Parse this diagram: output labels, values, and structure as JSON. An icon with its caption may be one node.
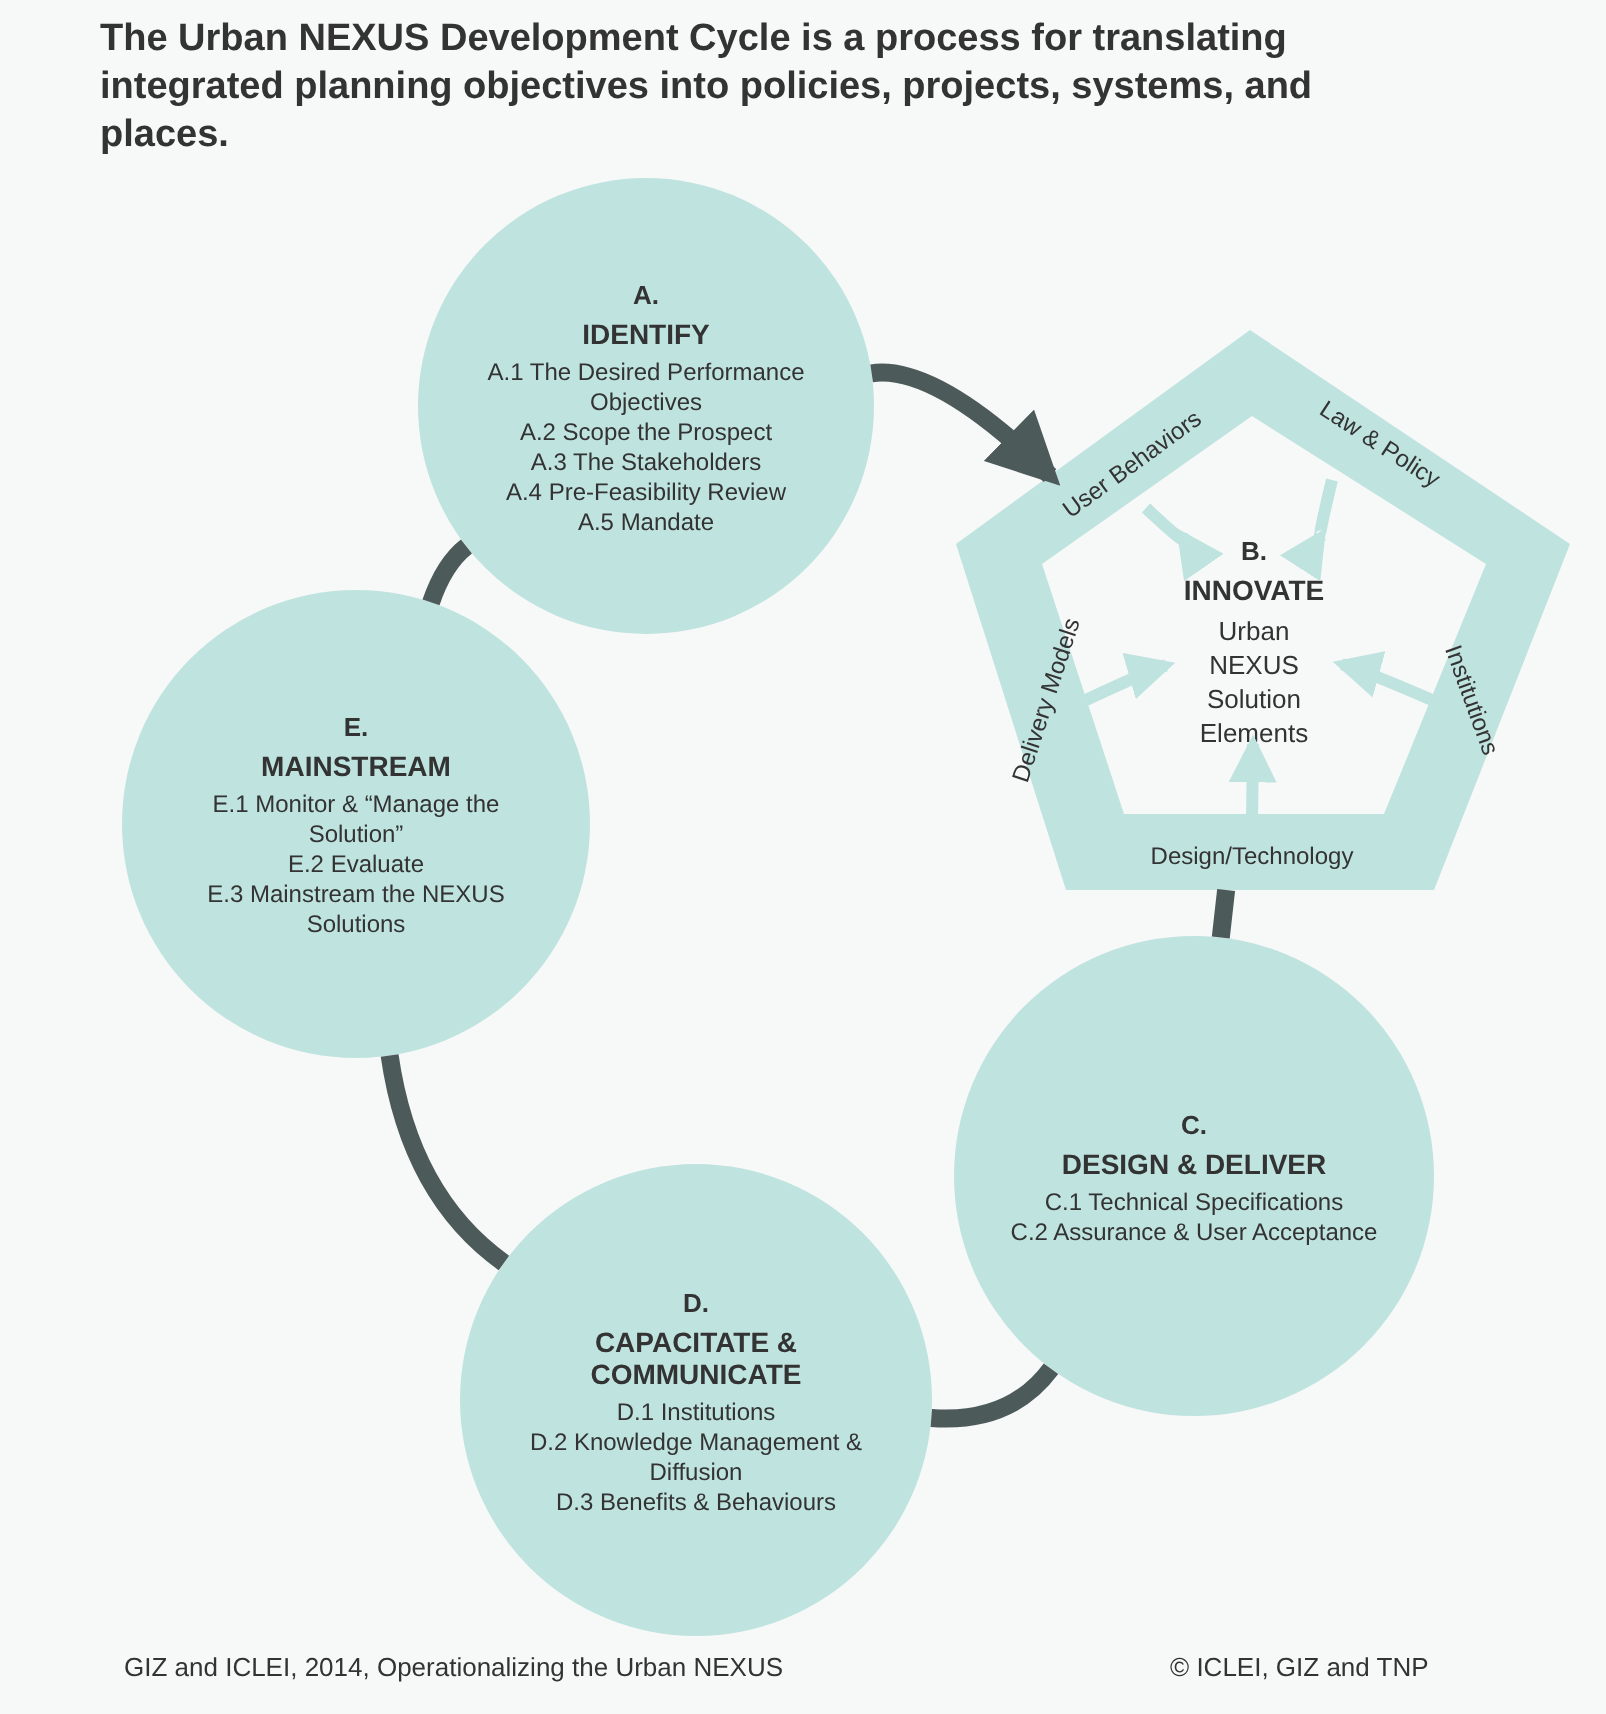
{
  "diagram": {
    "title": "The Urban NEXUS Development Cycle is a process for translating integrated planning objectives into policies, projects, systems, and places.",
    "nodes": [
      {
        "text": [
          "A.",
          "IDENTIFY",
          "A.1 The Desired Performance Objectives",
          "A.2 Scope the Prospect",
          "A.3 The Stakeholders",
          "A.4 Pre-Feasibility Review",
          "A.5 Mandate"
        ]
      },
      {
        "text": [],
        "shape": "pentagon"
      },
      {
        "text": [
          "User Behaviors"
        ],
        "in": 1
      },
      {
        "text": [
          "Law & Policy"
        ],
        "in": 1
      },
      {
        "text": [
          "Institutions"
        ],
        "in": 1
      },
      {
        "text": [
          "Design/Technology"
        ],
        "in": 1
      },
      {
        "text": [
          "Delivery Models"
        ],
        "in": 1
      },
      {
        "text": [
          "B.",
          "INNOVATE",
          "Urban NEXUS Solution Elements"
        ],
        "in": 1
      },
      {
        "text": [
          "C.",
          "DESIGN & DELIVER",
          "C.1 Technical Specifications",
          "C.2 Assurance & User Acceptance"
        ]
      },
      {
        "text": [
          "D.",
          "CAPACITATE & COMMUNICATE",
          "D.1 Institutions",
          "D.2 Knowledge Management & Diffusion",
          "D.3 Benefits & Behaviours"
        ]
      },
      {
        "text": [
          "E.",
          "MAINSTREAM",
          "E.1 Monitor & “Manage the Solution”",
          "E.2 Evaluate",
          "E.3 Mainstream the NEXUS Solutions"
        ]
      }
    ],
    "edges": [
      {
        "from": 0,
        "to": 1,
        "arrow": "to"
      },
      {
        "from": 1,
        "to": 8,
        "arrow": "none"
      },
      {
        "from": 8,
        "to": 9,
        "arrow": "none"
      },
      {
        "from": 9,
        "to": 10,
        "arrow": "none"
      },
      {
        "from": 10,
        "to": 0,
        "arrow": "none"
      },
      {
        "from": 2,
        "to": 7,
        "arrow": "to",
        "color": "#bfe3df"
      },
      {
        "from": 3,
        "to": 7,
        "arrow": "to",
        "color": "#bfe3df"
      },
      {
        "from": 4,
        "to": 7,
        "arrow": "to",
        "color": "#bfe3df"
      },
      {
        "from": 5,
        "to": 7,
        "arrow": "to",
        "color": "#bfe3df"
      },
      {
        "from": 6,
        "to": 7,
        "arrow": "to",
        "color": "#bfe3df"
      }
    ],
    "labels": [
      "GIZ and ICLEI, 2014, Operationalizing the Urban NEXUS",
      "© ICLEI, GIZ and TNP"
    ]
  }
}
